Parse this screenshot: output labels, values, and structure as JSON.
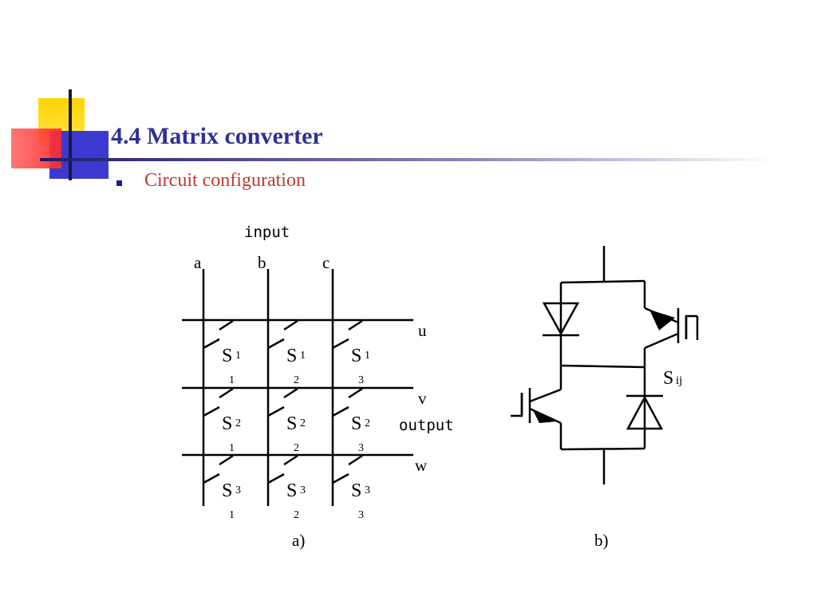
{
  "slide": {
    "title": "4.4 Matrix converter",
    "bullet": "Circuit configuration"
  },
  "diagram_a": {
    "input_label": "input",
    "output_label": "output",
    "inputs": [
      "a",
      "b",
      "c"
    ],
    "outputs": [
      "u",
      "v",
      "w"
    ],
    "switches": [
      [
        {
          "s": "S",
          "sup": "1",
          "sub": "1"
        },
        {
          "s": "S",
          "sup": "1",
          "sub": "2"
        },
        {
          "s": "S",
          "sup": "1",
          "sub": "3"
        }
      ],
      [
        {
          "s": "S",
          "sup": "2",
          "sub": "1"
        },
        {
          "s": "S",
          "sup": "2",
          "sub": "2"
        },
        {
          "s": "S",
          "sup": "2",
          "sub": "3"
        }
      ],
      [
        {
          "s": "S",
          "sup": "3",
          "sub": "1"
        },
        {
          "s": "S",
          "sup": "3",
          "sub": "2"
        },
        {
          "s": "S",
          "sup": "3",
          "sub": "3"
        }
      ]
    ],
    "caption": "a)"
  },
  "diagram_b": {
    "switch_label": "S",
    "switch_sub": "ij",
    "caption": "b)"
  },
  "colors": {
    "title": "#2e3192",
    "bullet_text": "#c0392b",
    "deco_yellow": "#ffd700",
    "deco_blue": "#3333cc",
    "deco_red": "#ff3030"
  }
}
